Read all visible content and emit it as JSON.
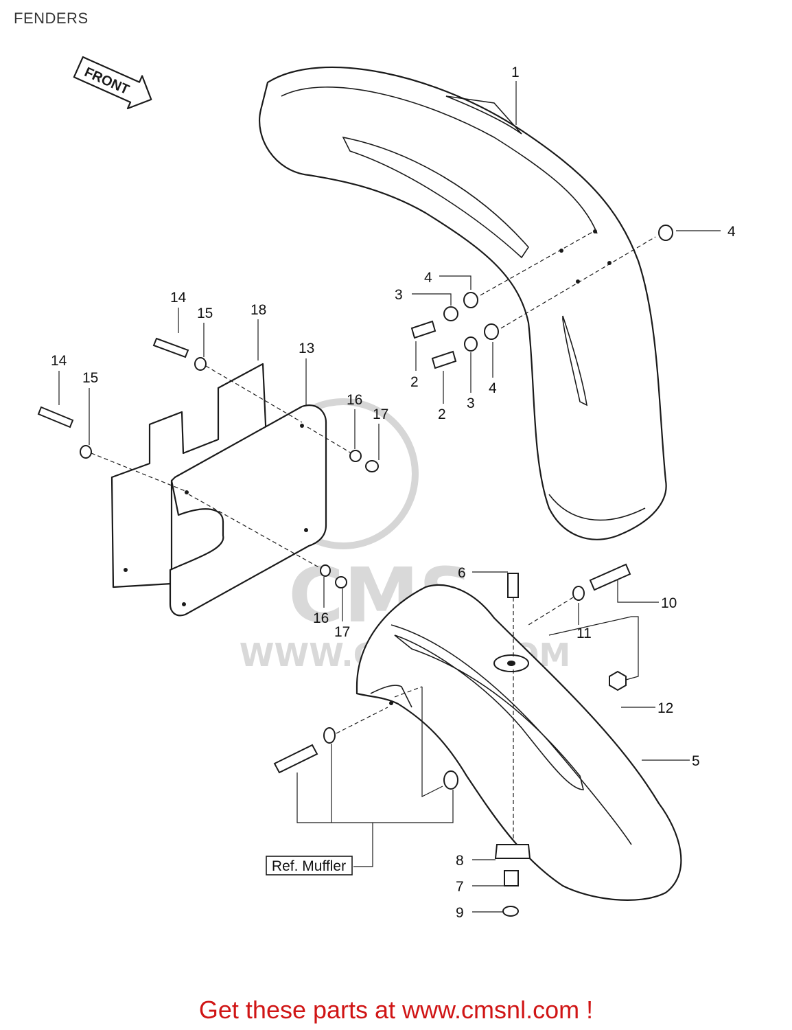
{
  "title": "FENDERS",
  "front_arrow_label": "FRONT",
  "watermark": {
    "logo_text": "CMS",
    "url_text": "WWW.CMSNL.COM"
  },
  "ref_box_label": "Ref. Muffler",
  "callouts": {
    "c1": "1",
    "c2a": "2",
    "c2b": "2",
    "c3a": "3",
    "c3b": "3",
    "c4a": "4",
    "c4b": "4",
    "c4c": "4",
    "c5": "5",
    "c6": "6",
    "c7": "7",
    "c8": "8",
    "c9": "9",
    "c10": "10",
    "c11": "11",
    "c12": "12",
    "c13": "13",
    "c14a": "14",
    "c14b": "14",
    "c15a": "15",
    "c15b": "15",
    "c16a": "16",
    "c16b": "16",
    "c17a": "17",
    "c17b": "17",
    "c18": "18"
  },
  "footer_text": "Get these parts at www.cmsnl.com !",
  "colors": {
    "footer": "#d01515",
    "line": "#1a1a1a",
    "watermark": "#d6d6d6"
  }
}
